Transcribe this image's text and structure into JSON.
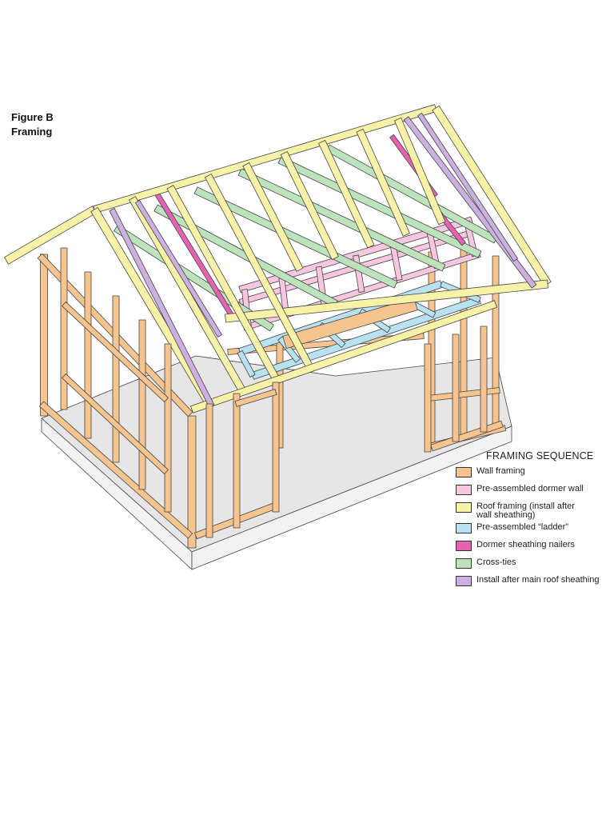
{
  "figure": {
    "caption_line1": "Figure B",
    "caption_line2": "Framing"
  },
  "legend": {
    "title": "FRAMING SEQUENCE",
    "items": [
      {
        "key": "wall",
        "label": "Wall framing",
        "color": "#f6c48e"
      },
      {
        "key": "dormer_wall",
        "label": "Pre-assembled dormer wall",
        "color": "#f7c6e0"
      },
      {
        "key": "roof",
        "label_line1": "Roof framing (install after",
        "label_line2": "wall sheathing)",
        "color": "#f7f2a8"
      },
      {
        "key": "ladder",
        "label": "Pre-assembled “ladder”",
        "color": "#b8e1f2"
      },
      {
        "key": "nailers",
        "label": "Dormer sheathing nailers",
        "color": "#e562b0"
      },
      {
        "key": "cross_ties",
        "label": "Cross-ties",
        "color": "#bde3bc"
      },
      {
        "key": "after_sheathing",
        "label": "Install after main roof sheathing",
        "color": "#cbb0e0"
      }
    ]
  },
  "colors": {
    "floor_top": "#e6e6e6",
    "floor_side": "#f2f2f2",
    "outline": "#444444"
  }
}
